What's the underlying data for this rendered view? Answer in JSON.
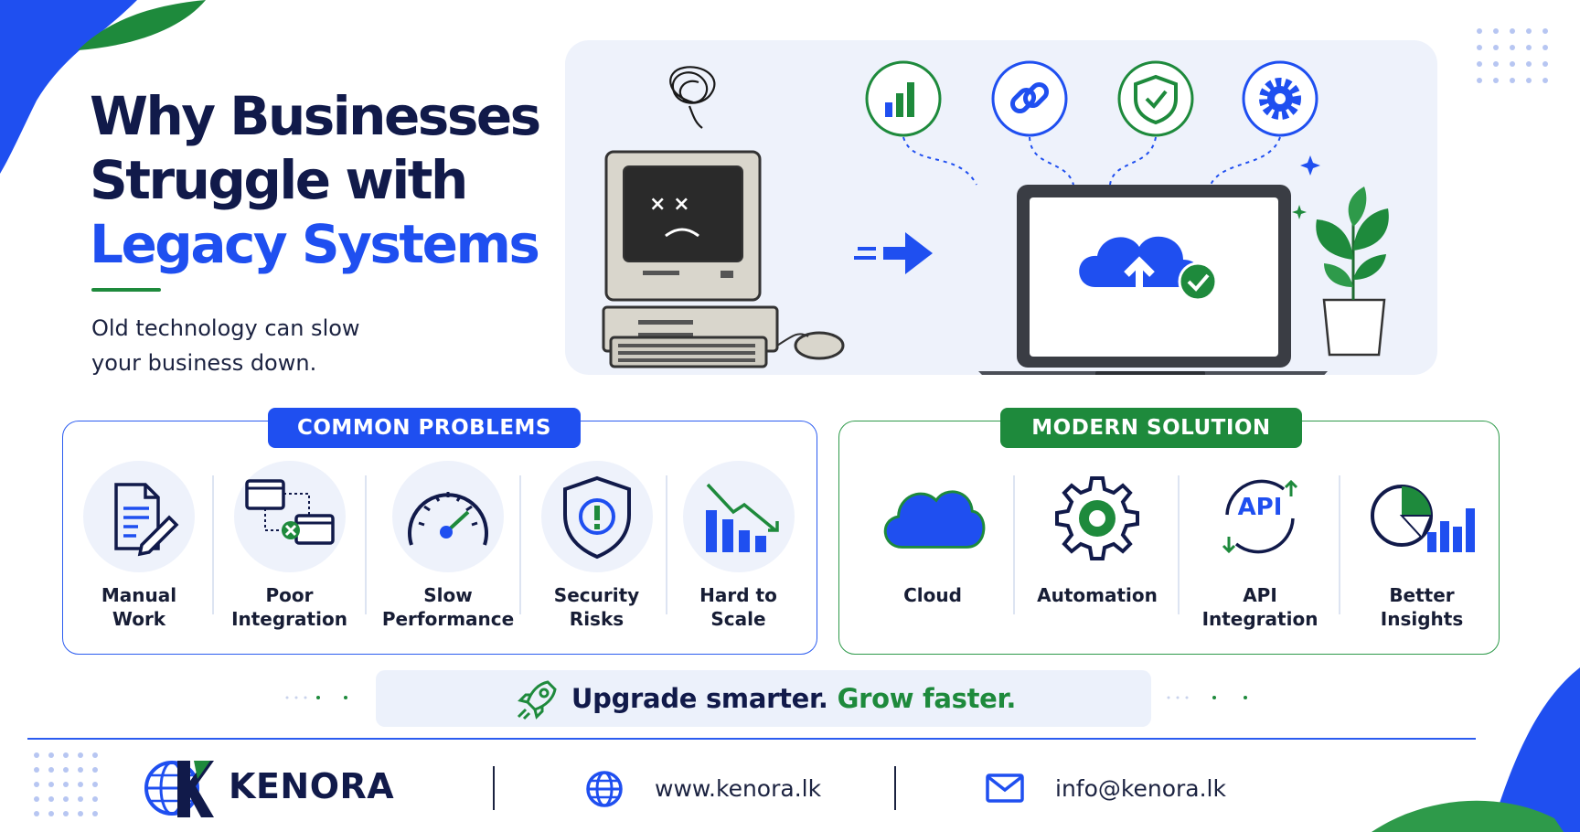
{
  "title": {
    "line1": "Why Businesses",
    "line2": "Struggle with",
    "line3": "Legacy Systems"
  },
  "subtitle": {
    "line1": "Old technology can slow",
    "line2": "your business down."
  },
  "problems": {
    "heading": "COMMON PROBLEMS",
    "items": [
      {
        "label": "Manual\nWork",
        "icon": "document-pen-icon"
      },
      {
        "label": "Poor\nIntegration",
        "icon": "disconnected-screens-icon"
      },
      {
        "label": "Slow\nPerformance",
        "icon": "speedometer-icon"
      },
      {
        "label": "Security\nRisks",
        "icon": "shield-warning-icon"
      },
      {
        "label": "Hard to\nScale",
        "icon": "declining-chart-icon"
      }
    ]
  },
  "solutions": {
    "heading": "MODERN SOLUTION",
    "items": [
      {
        "label": "Cloud",
        "icon": "cloud-icon"
      },
      {
        "label": "Automation",
        "icon": "gear-icon"
      },
      {
        "label": "API\nIntegration",
        "icon": "api-icon",
        "icon_text": "API"
      },
      {
        "label": "Better\nInsights",
        "icon": "pie-bar-chart-icon"
      }
    ]
  },
  "tagline": {
    "part1": "Upgrade smarter.",
    "part2": "Grow faster."
  },
  "footer": {
    "brand": "KENORA",
    "website": "www.kenora.lk",
    "email": "info@kenora.lk"
  },
  "colors": {
    "navy": "#111a4a",
    "blue": "#1f4ff0",
    "green": "#1e8a3c",
    "panel": "#eef2fb"
  }
}
